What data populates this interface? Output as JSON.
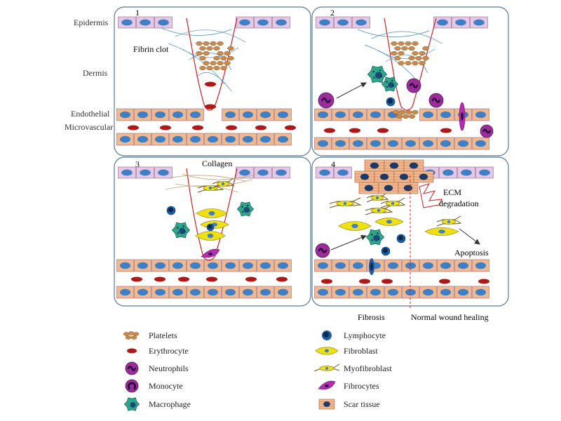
{
  "layer_labels": {
    "epidermis": "Epidermis",
    "dermis": "Dermis",
    "endothelial": "Endothelial",
    "microvascular": "Microvascular"
  },
  "panels": {
    "p1": {
      "number": "1",
      "label": "Fibrin clot"
    },
    "p2": {
      "number": "2"
    },
    "p3": {
      "number": "3",
      "label": "Collagen"
    },
    "p4": {
      "number": "4",
      "ecm_line1": "ECM",
      "ecm_line2": "degradation",
      "apoptosis": "Apoptosis"
    }
  },
  "bottom_labels": {
    "fibrosis": "Fibrosis",
    "normal": "Normal wound healing"
  },
  "legend": [
    {
      "label": "Platelets",
      "icon": "platelets-icon"
    },
    {
      "label": "Erythrocyte",
      "icon": "erythrocyte-icon"
    },
    {
      "label": "Neutrophils",
      "icon": "neutrophil-icon"
    },
    {
      "label": "Monocyte",
      "icon": "monocyte-icon"
    },
    {
      "label": "Macrophage",
      "icon": "macrophage-icon"
    },
    {
      "label": "Lymphocyte",
      "icon": "lymphocyte-icon"
    },
    {
      "label": "Fibroblast",
      "icon": "fibroblast-icon"
    },
    {
      "label": "Myofibroblast",
      "icon": "myofibroblast-icon"
    },
    {
      "label": "Fibrocytes",
      "icon": "fibrocyte-icon"
    },
    {
      "label": "Scar tissue",
      "icon": "scar-tissue-icon"
    }
  ],
  "colors": {
    "epidermis_cell": "#e6c8e6",
    "endothelial_cell": "#f2b98e",
    "nucleus": "#3f7fc6",
    "erythrocyte": "#b01818",
    "platelet": "#c98a4f",
    "neutrophil": "#9b2d9b",
    "macrophage": "#2fa58a",
    "lymphocyte": "#1d5fa0",
    "fibroblast": "#f0e010",
    "fibrocyte": "#b12fae",
    "scar": "#f2b98e",
    "wound_edge": "#cc2222",
    "fibrin": "#4a8fc0"
  }
}
